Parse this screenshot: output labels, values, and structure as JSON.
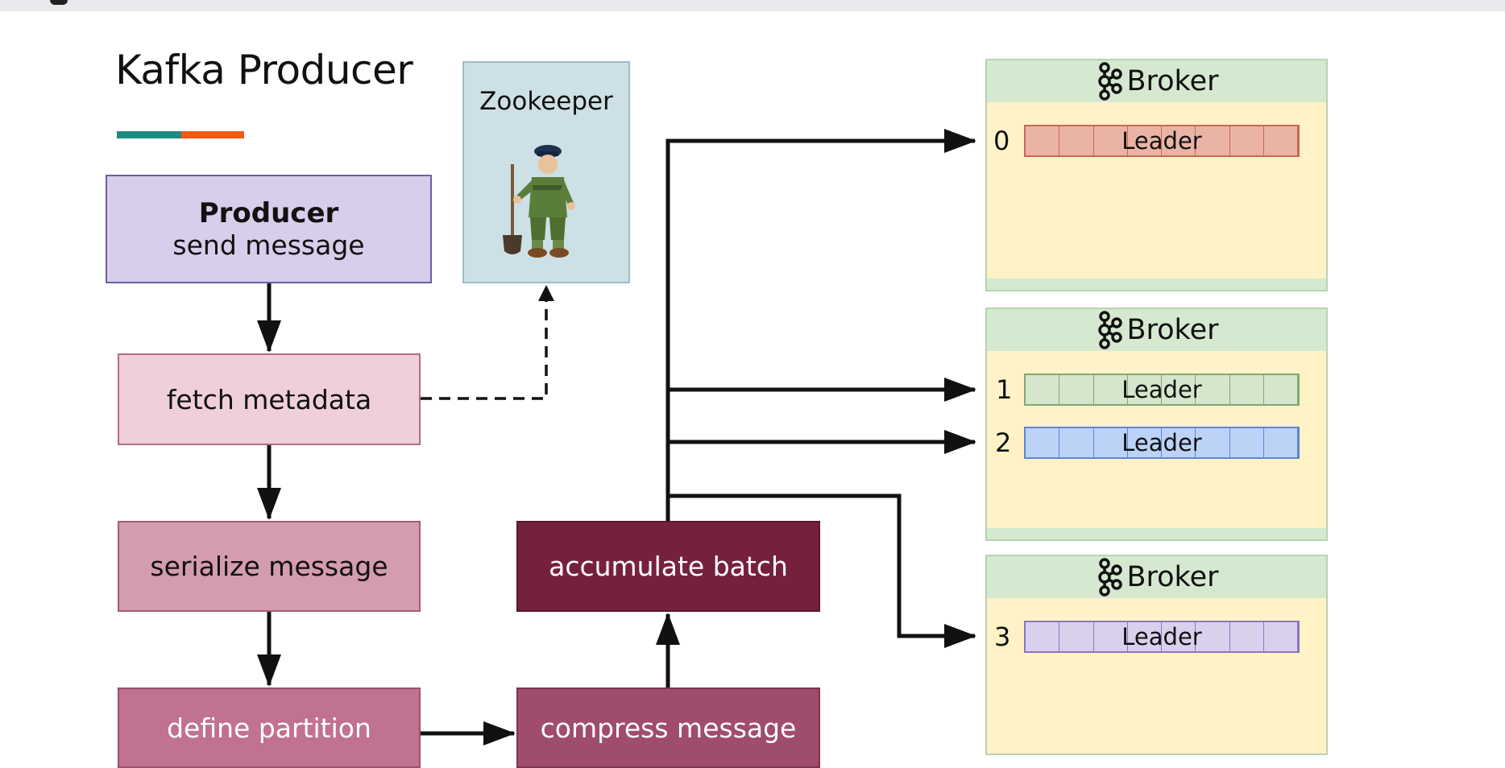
{
  "title": "Kafka Producer",
  "zookeeper": {
    "label": "Zookeeper",
    "icon": "zookeeper-figure-icon"
  },
  "steps": {
    "producer_heading": "Producer",
    "producer_sub": "send message",
    "fetch": "fetch metadata",
    "serialize": "serialize message",
    "define": "define partition",
    "accumulate": "accumulate batch",
    "compress": "compress message"
  },
  "brokers": [
    {
      "name": "Broker",
      "icon": "kafka-logo-icon",
      "partitions": [
        {
          "id": "0",
          "label": "Leader",
          "color": "#e9b4a6"
        }
      ]
    },
    {
      "name": "Broker",
      "icon": "kafka-logo-icon",
      "partitions": [
        {
          "id": "1",
          "label": "Leader",
          "color": "#d6e6cc"
        },
        {
          "id": "2",
          "label": "Leader",
          "color": "#bcd3f7"
        }
      ]
    },
    {
      "name": "Broker",
      "icon": "kafka-logo-icon",
      "partitions": [
        {
          "id": "3",
          "label": "Leader",
          "color": "#d9d0ec"
        }
      ]
    }
  ],
  "colors": {
    "accent_teal": "#1f8a7f",
    "accent_orange": "#f15a14",
    "producer": "#d8cdea",
    "accumulate": "#76203f"
  }
}
